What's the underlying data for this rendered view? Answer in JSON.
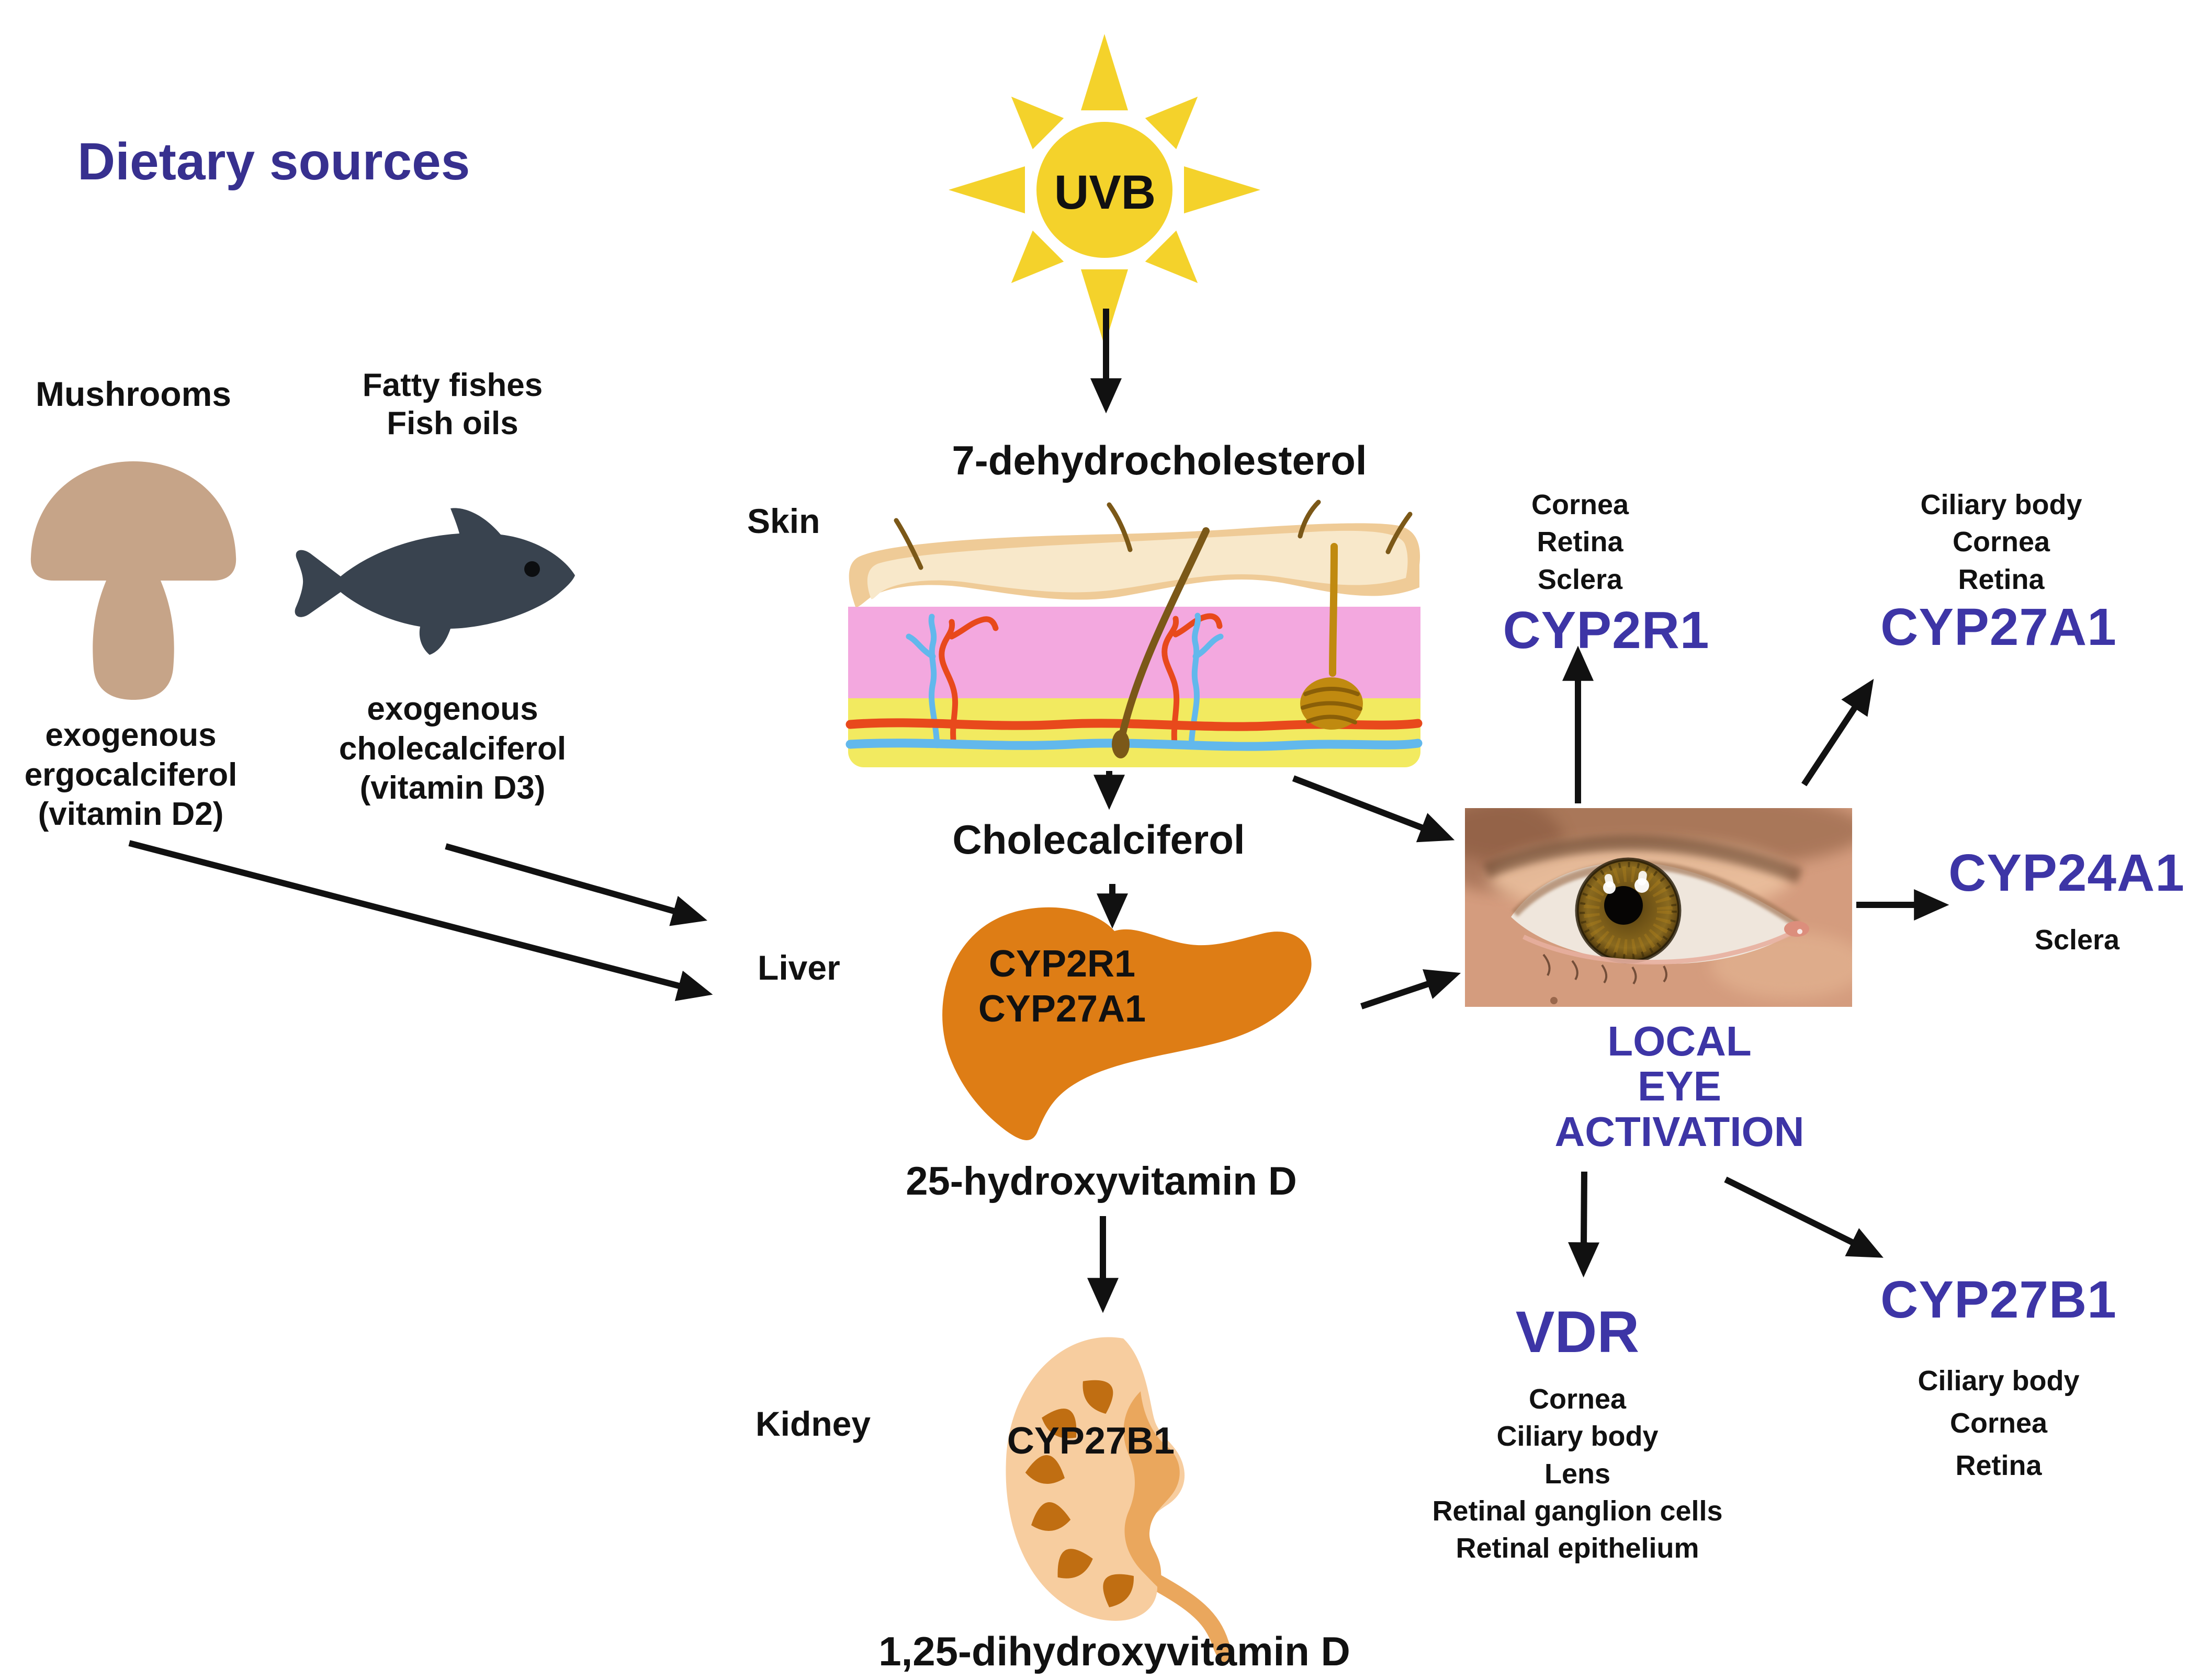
{
  "colors": {
    "accent_blue": "#3d35a6",
    "title_blue": "#37308f",
    "text_black": "#111111",
    "arrow_black": "#111111",
    "sun_yellow": "#f4d22b",
    "mushroom_tan": "#c6a488",
    "fish_slate": "#39434f",
    "liver_orange": "#de7d15",
    "kidney_light": "#f7cd9f",
    "kidney_mid": "#eaa75d",
    "kidney_dark": "#c06e12",
    "skin_epidermis_edge": "#efcb97",
    "skin_epidermis": "#f8e8ca",
    "skin_dermis_pink": "#f3a8df",
    "skin_subcutis_yellow": "#f2ea60",
    "vessel_red": "#e8491c",
    "vessel_blue": "#62b8ec",
    "hair_brown": "#7b5818",
    "gland_gold": "#c08a10"
  },
  "title": "Dietary sources",
  "sun": {
    "label": "UVB"
  },
  "dietary": {
    "mushrooms": {
      "name": "Mushrooms",
      "desc_line1": "exogenous",
      "desc_line2": "ergocalciferol",
      "desc_line3": "(vitamin D2)"
    },
    "fish": {
      "name_line1": "Fatty fishes",
      "name_line2": "Fish oils",
      "desc_line1": "exogenous",
      "desc_line2": "cholecalciferol",
      "desc_line3": "(vitamin D3)"
    }
  },
  "pathway": {
    "precursor": "7-dehydrocholesterol",
    "skin_label": "Skin",
    "cholecalciferol": "Cholecalciferol",
    "liver_label": "Liver",
    "liver_enzyme1": "CYP2R1",
    "liver_enzyme2": "CYP27A1",
    "metabolite_25": "25-hydroxyvitamin D",
    "kidney_label": "Kidney",
    "kidney_enzyme": "CYP27B1",
    "metabolite_1_25": "1,25-dihydroxyvitamin D"
  },
  "eye": {
    "activation_line1": "LOCAL",
    "activation_line2": "EYE",
    "activation_line3": "ACTIVATION",
    "cyp2r1": {
      "label": "CYP2R1",
      "tissues": [
        "Cornea",
        "Retina",
        "Sclera"
      ]
    },
    "cyp27a1": {
      "label": "CYP27A1",
      "tissues": [
        "Ciliary body",
        "Cornea",
        "Retina"
      ]
    },
    "cyp24a1": {
      "label": "CYP24A1",
      "tissues": [
        "Sclera"
      ]
    },
    "vdr": {
      "label": "VDR",
      "tissues": [
        "Cornea",
        "Ciliary body",
        "Lens",
        "Retinal ganglion cells",
        "Retinal epithelium"
      ]
    },
    "cyp27b1": {
      "label": "CYP27B1",
      "tissues": [
        "Ciliary body",
        "Cornea",
        "Retina"
      ]
    }
  }
}
